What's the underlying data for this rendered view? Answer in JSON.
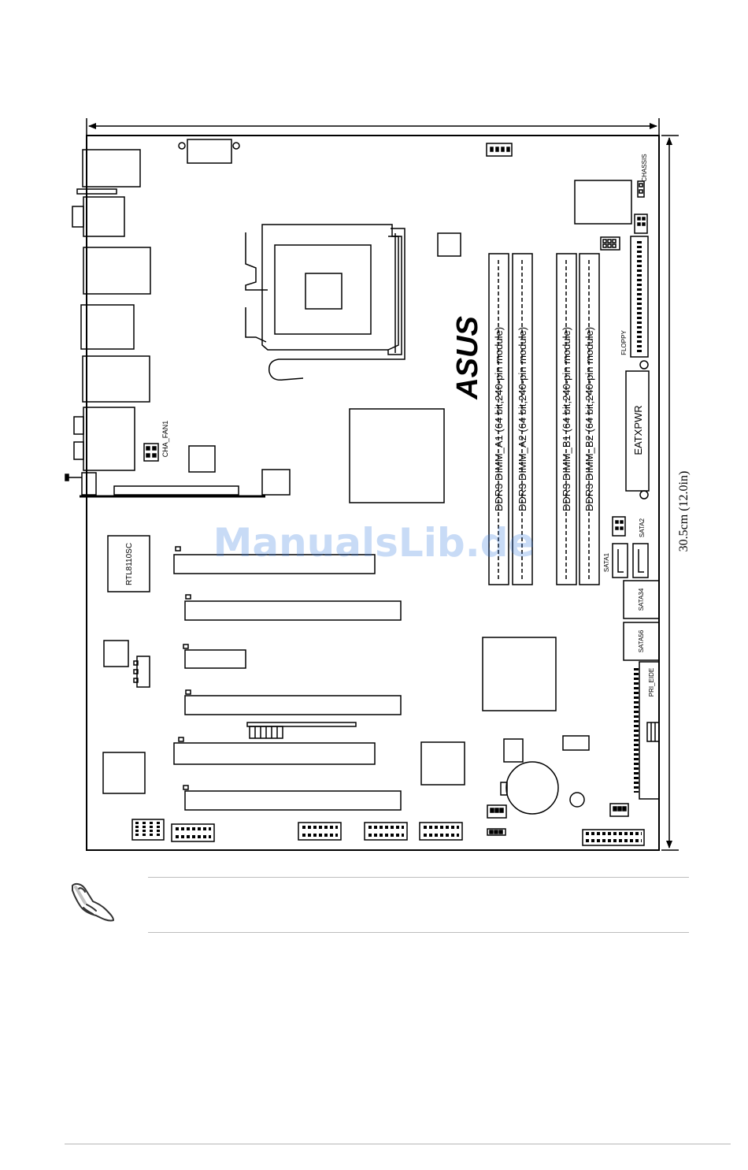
{
  "labels": {
    "width_dimension": "",
    "height_dimension": "30.5cm (12.0in)",
    "chassis": "CHASSIS",
    "floppy": "FLOPPY",
    "eatxpwr": "EATXPWR",
    "asus_logo": "ASUS",
    "dimm_a1": "DDR3 DIMM_A1 (64 bit,240-pin module)",
    "dimm_a2": "DDR3 DIMM_A2 (64 bit,240-pin module)",
    "dimm_b1": "DDR3 DIMM_B1 (64 bit,240-pin module)",
    "dimm_b2": "DDR3 DIMM_B2 (64 bit,240-pin module)",
    "cha_fan1": "CHA_FAN1",
    "rtl": "RTL8110SC",
    "sata1": "SATA1",
    "sata2": "SATA2",
    "sata34": "SATA34",
    "sata56": "SATA56",
    "pri_eide": "PRI_EIDE",
    "watermark": "ManualsLib.de"
  },
  "note": {
    "icon": "pointing-hand-note-icon",
    "text": ""
  },
  "colors": {
    "line": "#000000",
    "watermark": "#3b7fe0",
    "rule": "#bdbdbd"
  }
}
